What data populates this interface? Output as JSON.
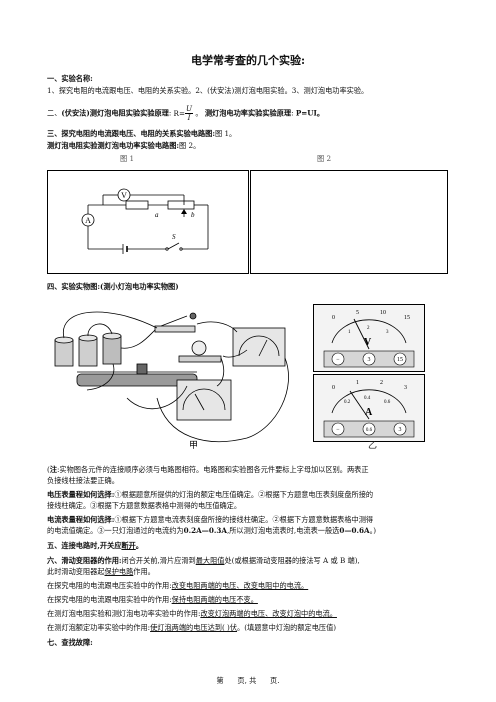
{
  "title": "电学常考查的几个实验:",
  "s1_heading": "一、实验名称:",
  "s1_text": "1、探究电阻的电流跟电压、电阻的关系实验。2、(伏安法)测灯泡电阻实验。3、测灯泡电功率实验。",
  "s2_prefix": "二、",
  "s2_label_a": "(伏安法)测灯泡电阻实验实验原理",
  "s2_formula_lhs": "R=",
  "s2_formula_num": "U",
  "s2_formula_den": "I",
  "s2_sep": "。",
  "s2_label_b": "测灯泡电功率实验实验原理",
  "s2_colon": ":",
  "s2_formula_b": "P=UI。",
  "s3_label": "三、探究电阻的电流跟电压、电阻的关系实验电路图:",
  "s3_value": "图 1。",
  "s3b_label": "测灯泡电阻实验测灯泡电功率实验电路图:",
  "s3b_value": "图 2。",
  "fig1_label": "图 1",
  "fig2_label": "图 2",
  "circuit": {
    "v": "V",
    "a": "A",
    "s": "S",
    "pa": "a",
    "pb": "b"
  },
  "s4_heading": "四、实验实物图:(测小灯泡电功率实物图)",
  "meter_v": {
    "ticks": [
      "0",
      "5",
      "10",
      "15"
    ],
    "sub": [
      "1",
      "2",
      "3"
    ],
    "letter": "V",
    "t1": "3",
    "t2": "15"
  },
  "meter_a": {
    "ticks": [
      "0",
      "1",
      "2",
      "3"
    ],
    "sub": [
      "0.2",
      "0.4",
      "0.6"
    ],
    "letter": "A",
    "t1": "0.6",
    "t2": "3"
  },
  "photo_label_jia": "甲",
  "photo_label_yi": "乙",
  "note_line1_bold": "注",
  "note_line1": ":实物图各元件的连接顺序必须与电路图相符。电路图和实验图各元件要标上字母加以区别。两表正",
  "note_line2": "负接线柱接法要正确。",
  "v_range_label": "电压表量程如何选择:",
  "v_range_1": "①根据题意所提供的灯泡的额定电压值确定。②根据下方题意电压表刻度盘所接的",
  "v_range_2": "接线柱确定。③根据下方题意数据表格中测得的电压值确定。",
  "a_range_label": "电流表量程如何选择:",
  "a_range_1": "①根据下方题意电流表刻度盘所接的接线柱确定。②根据下方题意数据表格中测得",
  "a_range_2a": "的电流值确定。③一只灯泡通过的电流约为",
  "a_range_2b": "0.2A—0.3A",
  "a_range_2c": ",所以测灯泡电流表时,电流表一般选",
  "a_range_2d": "0—0.6A",
  "a_range_2e": "。)",
  "s5_a": "五、连接电路时,开关应",
  "s5_b": "断开",
  "s5_c": "。",
  "s6_a": "六、滑动变阻器的作用:",
  "s6_b": "闭合开关前,滑片应滑到",
  "s6_c": "最大阻值",
  "s6_d": "处(或根据滑动变阻器的接法写 A 或 B 端),",
  "s6_e": "此时滑动变阻器起",
  "s6_f": "保护电路",
  "s6_g": "作用。",
  "r1_a": "在探究电阻的电流跟电压实验中的作用:",
  "r1_b": "改变电阻两端的电压、改变电阻中的电流。",
  "r2_a": "在探究电阻的电流跟电阻实验中的作用:",
  "r2_b": "保持电阻两端的电压不变。",
  "r3_a": "在测灯泡电阻实验和测灯泡电功率实验中的作用:",
  "r3_b": "改变灯泡两端的电压、改变灯泡中的电流。",
  "r4_a": "在测灯泡额定功率实验中的作用:",
  "r4_b": "使灯泡两端的电压达到(        )伏",
  "r4_c": "。(填题意中灯泡的额定电压值)",
  "s7": "七、查找故障:",
  "footer": "第      页, 共      页."
}
